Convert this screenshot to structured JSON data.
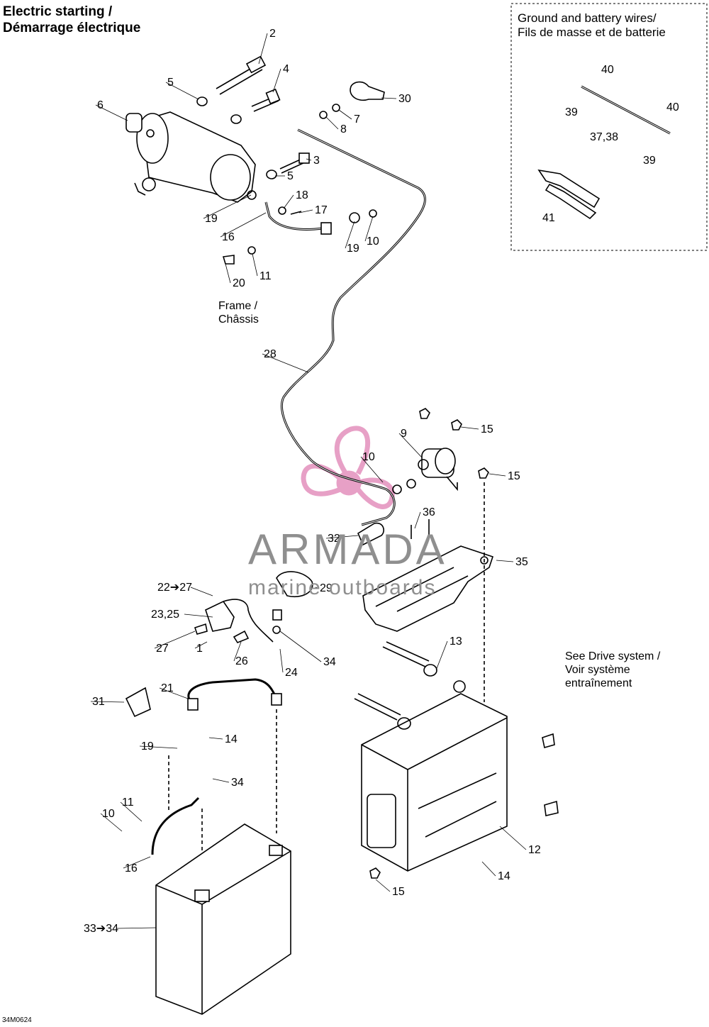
{
  "title": {
    "line1": "Electric starting /",
    "line2": "Démarrage électrique"
  },
  "inset": {
    "title_line1": "Ground and battery wires/",
    "title_line2": "Fils de masse et de batterie",
    "labels": [
      "40",
      "39",
      "40",
      "37,38",
      "39",
      "41"
    ]
  },
  "frame_note": {
    "line1": "Frame /",
    "line2": "Châssis"
  },
  "drive_note": {
    "line1": "See Drive system /",
    "line2": "Voir système",
    "line3": "entraînement"
  },
  "callouts": [
    "2",
    "4",
    "5",
    "6",
    "30",
    "7",
    "8",
    "3",
    "5",
    "18",
    "17",
    "19",
    "16",
    "19",
    "10",
    "20",
    "11",
    "28",
    "9",
    "15",
    "10",
    "15",
    "36",
    "32",
    "35",
    "22➔27",
    "29",
    "23,25",
    "27",
    "1",
    "26",
    "24",
    "34",
    "13",
    "21",
    "31",
    "14",
    "19",
    "34",
    "11",
    "10",
    "16",
    "12",
    "14",
    "15",
    "33➔34"
  ],
  "watermark": {
    "brand": "ARMADA",
    "tagline": "marine outboards",
    "brand_color": "#e9a3c9"
  },
  "drawing_code": "34M0624"
}
